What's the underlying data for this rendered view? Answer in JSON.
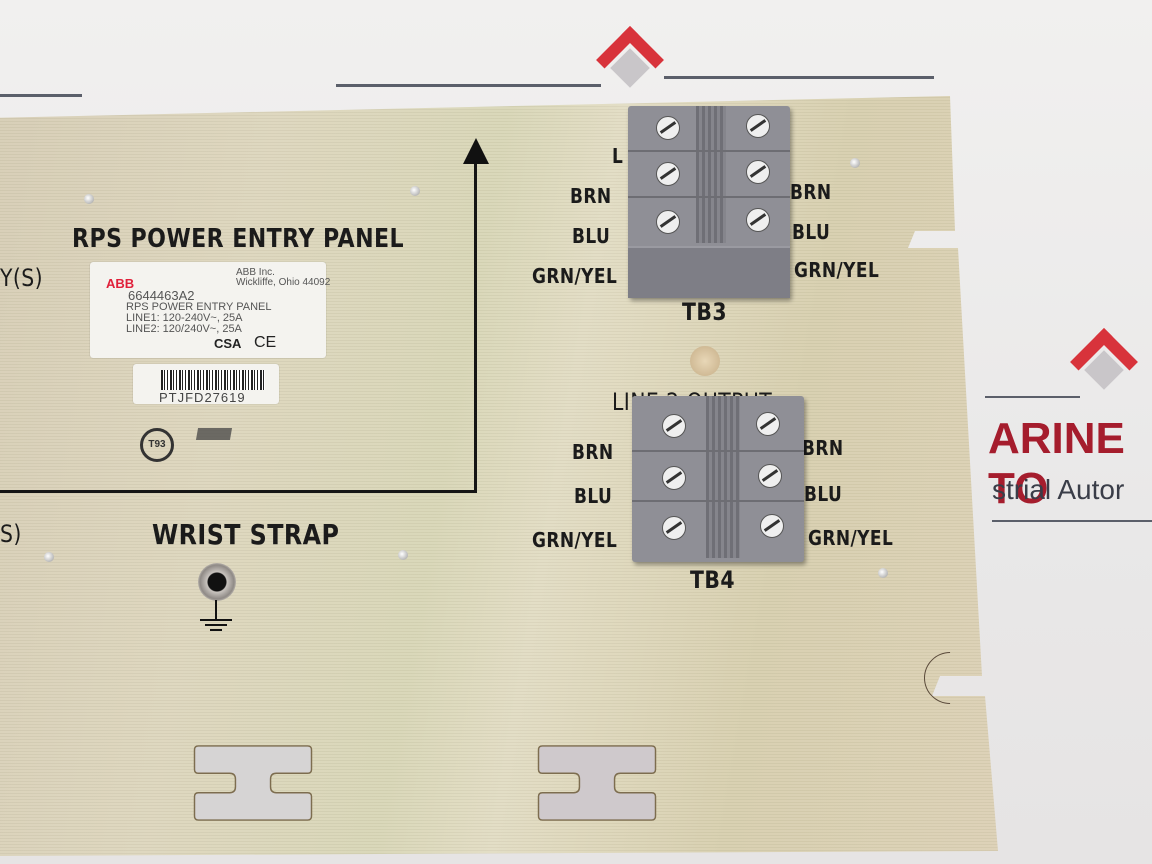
{
  "background_branding": {
    "brand_text": "ARINE TO",
    "brand_subtext": "strial Autor",
    "colors": {
      "red": "#d8333b",
      "grey_diamond": "#c9c6c9",
      "brand_text": "#a51d2d"
    }
  },
  "panel": {
    "title": "RPS POWER ENTRY PANEL",
    "left_fragment_top": "Y(S)",
    "left_fragment_bottom": "S)",
    "wrist_strap_label": "WRIST STRAP",
    "ground_symbol": "ground-icon"
  },
  "nameplate": {
    "brand": "ABB",
    "company": "ABB Inc.",
    "address": "Wickliffe, Ohio 44092",
    "model": "6644463A2",
    "description": "RPS POWER ENTRY PANEL",
    "line1": "LINE1: 120-240V~, 25A",
    "line2": "LINE2: 120/240V~, 25A",
    "certifications": [
      "CSA",
      "CE"
    ]
  },
  "serial_label": {
    "serial": "PTJFD27619"
  },
  "stamps": {
    "inspection": "T93"
  },
  "tb3": {
    "title": "TB3",
    "header_fragment": "L",
    "left_labels": [
      "BRN",
      "BLU",
      "GRN/YEL"
    ],
    "right_labels": [
      "BRN",
      "BLU",
      "GRN/YEL"
    ]
  },
  "tb4": {
    "title": "TB4",
    "header": "LINE 2 OUTPUT",
    "left_labels": [
      "BRN",
      "BLU",
      "GRN/YEL"
    ],
    "right_labels": [
      "BRN",
      "BLU",
      "GRN/YEL"
    ]
  }
}
